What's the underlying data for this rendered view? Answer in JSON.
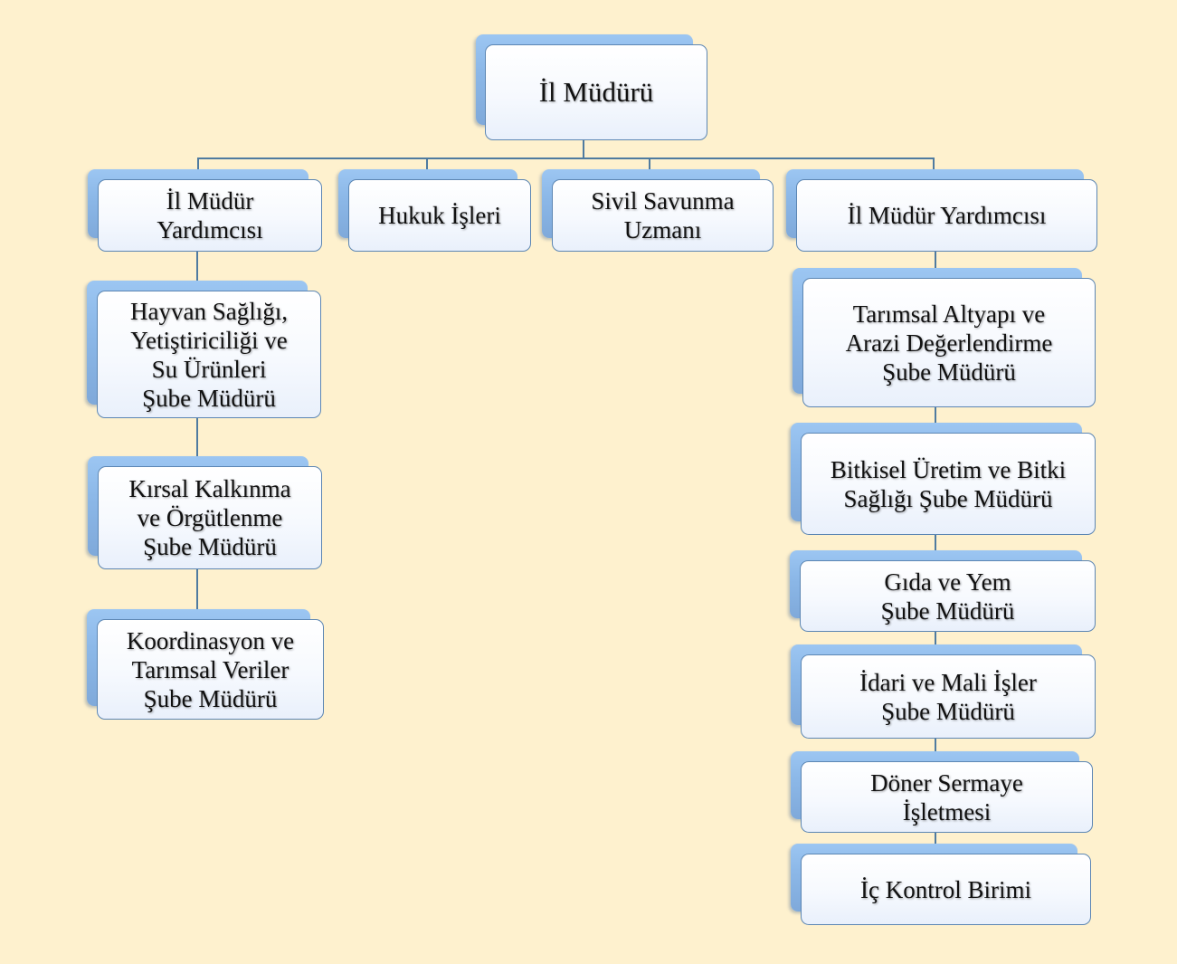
{
  "diagram": {
    "title": "Organization Chart",
    "colors": {
      "background": "#FEF1CE",
      "connector": "#4F7BA0",
      "tab": "#8CB8E8",
      "card_border": "#5C86B3"
    },
    "root": {
      "label": "İl Müdürü"
    },
    "level1": [
      {
        "label": "İl Müdür\nYardımcısı"
      },
      {
        "label": "Hukuk İşleri"
      },
      {
        "label": "Sivil Savunma\nUzmanı"
      },
      {
        "label": "İl Müdür Yardımcısı"
      }
    ],
    "left_branch": [
      {
        "label": "Hayvan Sağlığı,\nYetiştiriciliği ve\nSu Ürünleri\nŞube Müdürü"
      },
      {
        "label": "Kırsal Kalkınma\nve Örgütlenme\nŞube Müdürü"
      },
      {
        "label": "Koordinasyon ve\nTarımsal Veriler\nŞube Müdürü"
      }
    ],
    "right_branch": [
      {
        "label": "Tarımsal Altyapı ve\nArazi Değerlendirme\nŞube Müdürü"
      },
      {
        "label": "Bitkisel Üretim ve Bitki\nSağlığı Şube Müdürü"
      },
      {
        "label": "Gıda ve Yem\nŞube Müdürü"
      },
      {
        "label": "İdari ve Mali İşler\nŞube Müdürü"
      },
      {
        "label": "Döner Sermaye\nİşletmesi"
      },
      {
        "label": "İç Kontrol Birimi"
      }
    ]
  }
}
